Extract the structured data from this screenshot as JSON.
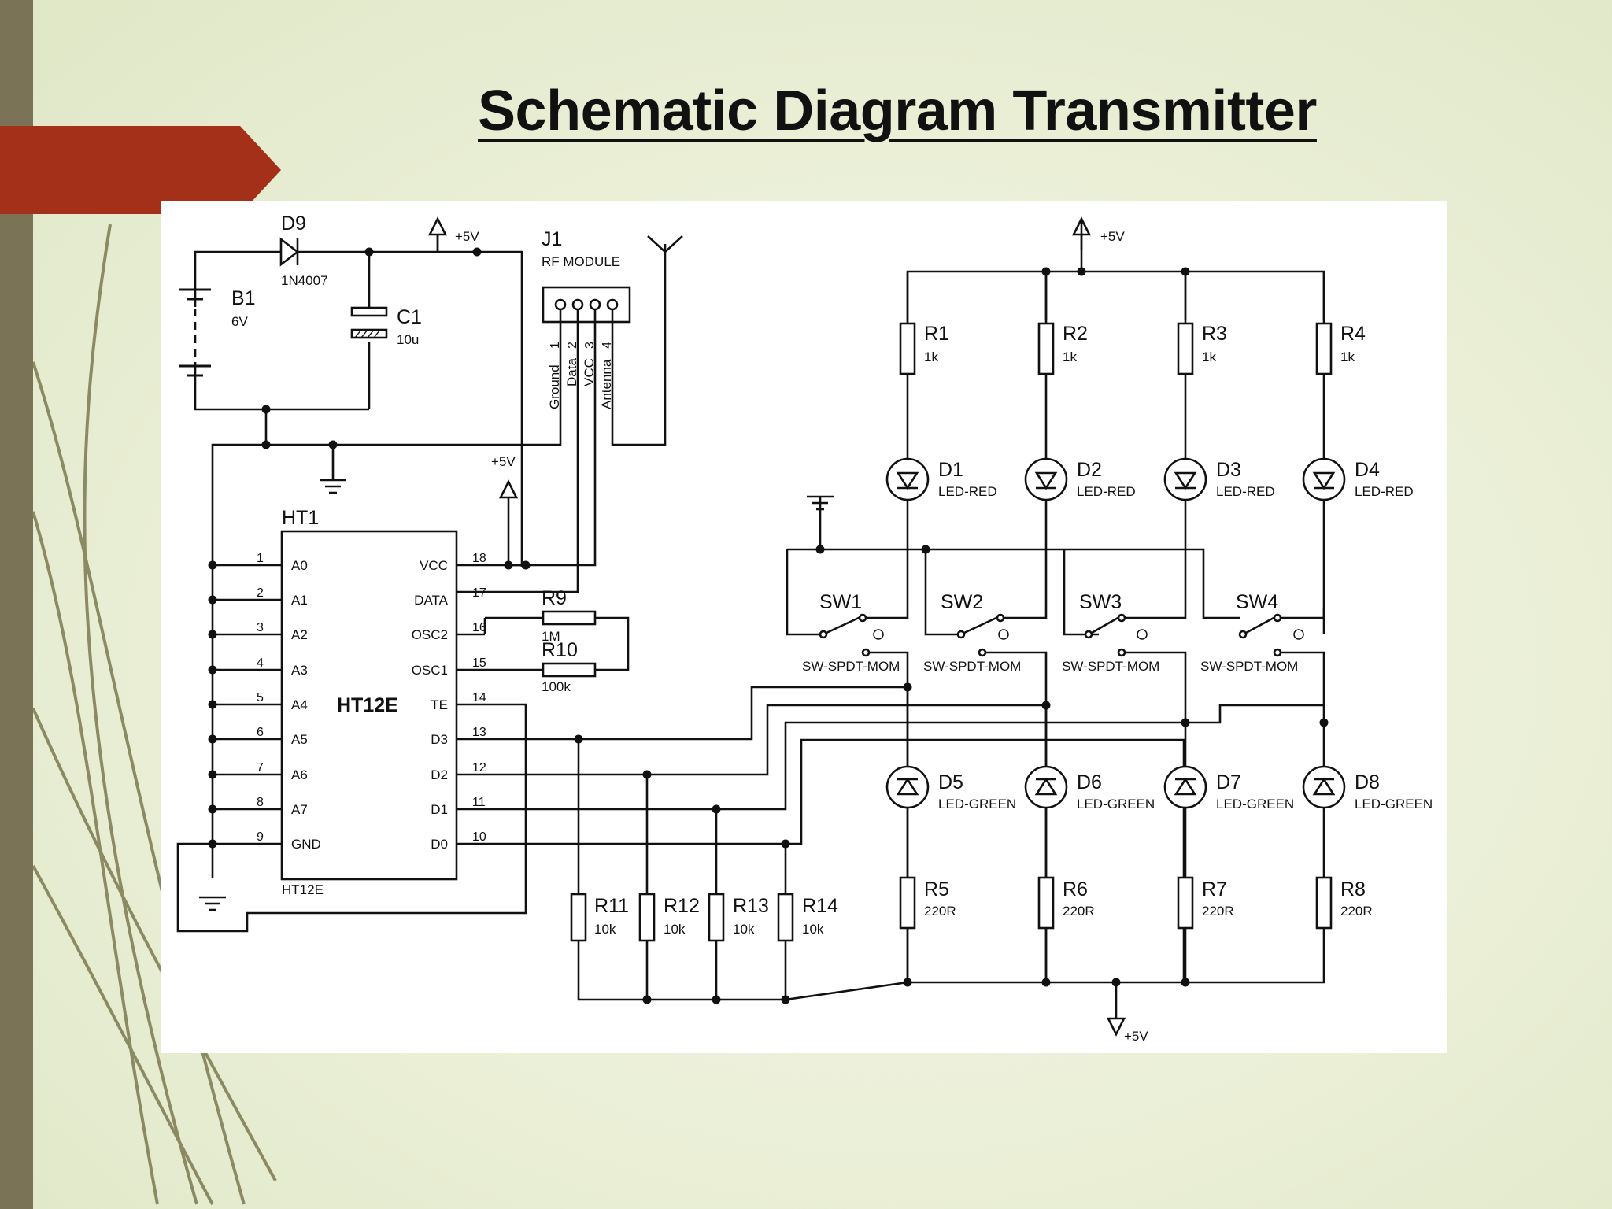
{
  "slide": {
    "title": "Schematic Diagram Transmitter"
  },
  "labels": {
    "b1": {
      "ref": "B1",
      "val": "6V"
    },
    "d9": {
      "ref": "D9",
      "val": "1N4007"
    },
    "c1": {
      "ref": "C1",
      "val": "10u"
    },
    "vplus": "+5V",
    "j1": {
      "ref": "J1",
      "val": "RF MODULE",
      "pins": [
        "Ground",
        "Data",
        "VCC",
        "Antenna"
      ],
      "pinnums": [
        "1",
        "2",
        "3",
        "4"
      ]
    },
    "ht1": {
      "ref": "HT1",
      "name": "HT12E",
      "sub": "HT12E",
      "left_pins": [
        "A0",
        "A1",
        "A2",
        "A3",
        "A4",
        "A5",
        "A6",
        "A7",
        "GND"
      ],
      "left_nums": [
        "1",
        "2",
        "3",
        "4",
        "5",
        "6",
        "7",
        "8",
        "9"
      ],
      "right_pins": [
        "VCC",
        "DATA",
        "OSC2",
        "OSC1",
        "TE",
        "D3",
        "D2",
        "D1",
        "D0"
      ],
      "right_nums": [
        "18",
        "17",
        "16",
        "15",
        "14",
        "13",
        "12",
        "11",
        "10"
      ]
    },
    "r9": {
      "ref": "R9",
      "val": "1M"
    },
    "r10": {
      "ref": "R10",
      "val": "100k"
    },
    "r_top": [
      {
        "ref": "R1",
        "val": "1k"
      },
      {
        "ref": "R2",
        "val": "1k"
      },
      {
        "ref": "R3",
        "val": "1k"
      },
      {
        "ref": "R4",
        "val": "1k"
      }
    ],
    "led_red": [
      {
        "ref": "D1",
        "val": "LED-RED"
      },
      {
        "ref": "D2",
        "val": "LED-RED"
      },
      {
        "ref": "D3",
        "val": "LED-RED"
      },
      {
        "ref": "D4",
        "val": "LED-RED"
      }
    ],
    "switches": [
      {
        "ref": "SW1",
        "val": "SW-SPDT-MOM"
      },
      {
        "ref": "SW2",
        "val": "SW-SPDT-MOM"
      },
      {
        "ref": "SW3",
        "val": "SW-SPDT-MOM"
      },
      {
        "ref": "SW4",
        "val": "SW-SPDT-MOM"
      }
    ],
    "led_green": [
      {
        "ref": "D5",
        "val": "LED-GREEN"
      },
      {
        "ref": "D6",
        "val": "LED-GREEN"
      },
      {
        "ref": "D7",
        "val": "LED-GREEN"
      },
      {
        "ref": "D8",
        "val": "LED-GREEN"
      }
    ],
    "r_bot": [
      {
        "ref": "R5",
        "val": "220R"
      },
      {
        "ref": "R6",
        "val": "220R"
      },
      {
        "ref": "R7",
        "val": "220R"
      },
      {
        "ref": "R8",
        "val": "220R"
      }
    ],
    "r_pull": [
      {
        "ref": "R11",
        "val": "10k"
      },
      {
        "ref": "R12",
        "val": "10k"
      },
      {
        "ref": "R13",
        "val": "10k"
      },
      {
        "ref": "R14",
        "val": "10k"
      }
    ]
  },
  "colors": {
    "wire": "#111111",
    "accent_red": "#a5301a",
    "sidebar": "#7a7355",
    "panel": "#ffffff"
  }
}
